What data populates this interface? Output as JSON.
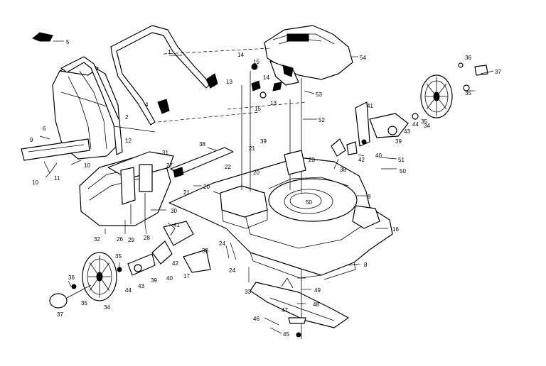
{
  "diagram": {
    "colors": {
      "ink": "#000000",
      "paper": "#ffffff"
    },
    "callouts": {
      "handle_upper": "1",
      "handle_lower": "2",
      "lower_handle_bolt": "4",
      "handle_knob_bolt": "5",
      "handle_knob": "6",
      "deck_front": "8",
      "deck_rear": "8",
      "grass_bag_rod": "9",
      "bag_frame_left": "10",
      "bag_frame_right": "10",
      "bag_frame_bottom": "11",
      "rear_door_hinge": "12",
      "throttle_screw_left": "13",
      "throttle_screw_right": "13",
      "throttle_clip_top": "14",
      "throttle_clip_mid": "14",
      "throttle_nut_top": "15",
      "throttle_nut_bottom": "15",
      "side_frame": "16",
      "rear_shield": "17",
      "rear_door_pin": "20",
      "rear_door_pin_lower": "20",
      "rear_door_lower": "20",
      "rear_door_hinge_pin_left": "21",
      "rear_door_hinge_pin_right": "21",
      "spacer_left": "22",
      "spacer_right": "23",
      "rear_plate": "24",
      "rear_plate_lower": "24",
      "bracket": "26",
      "hinge_bracket": "27",
      "chute_bolt": "28",
      "chute_nut": "29",
      "chute_washer": "30",
      "chute_cover": "31",
      "discharge_chute": "32",
      "wheel_washer_outer": "33",
      "wheel_left_front": "34",
      "wheel_right_rear": "34",
      "wheel_bolt_upper": "35",
      "wheel_bolt_lower": "35",
      "wheel_shoulder_bolt_upper": "35",
      "wheel_shoulder_bolt_lower": "35",
      "hubcap_upper": "36",
      "hubcap_lower": "36",
      "hub_cover_upper": "37",
      "hub_cover_lower": "37",
      "height_adjuster_upper": "38",
      "height_adjuster_lower": "38",
      "height_adjuster_arm": "38",
      "adjuster_spring_upper": "39",
      "adjuster_spring_lower": "39",
      "adjuster_spring_mid": "39",
      "adjuster_bolt_upper": "40",
      "adjuster_bolt_lower": "40",
      "adjuster_lever_upper": "41",
      "adjuster_lever_lower": "41",
      "adjuster_nut_upper": "42",
      "adjuster_nut_lower": "42",
      "adjuster_washer_upper": "43",
      "adjuster_washer_lower": "43",
      "adjuster_locknut_upper": "44",
      "adjuster_locknut_lower": "44",
      "blade_bolt": "45",
      "blade": "46",
      "blade_adapter": "47",
      "blade_key": "48",
      "engine_shaft_washer": "49",
      "deck_opening_washer": "50",
      "engine_mount_washer": "50",
      "engine_mount_bolt": "51",
      "engine_nut": "52",
      "throttle_control": "53",
      "engine": "54"
    }
  }
}
